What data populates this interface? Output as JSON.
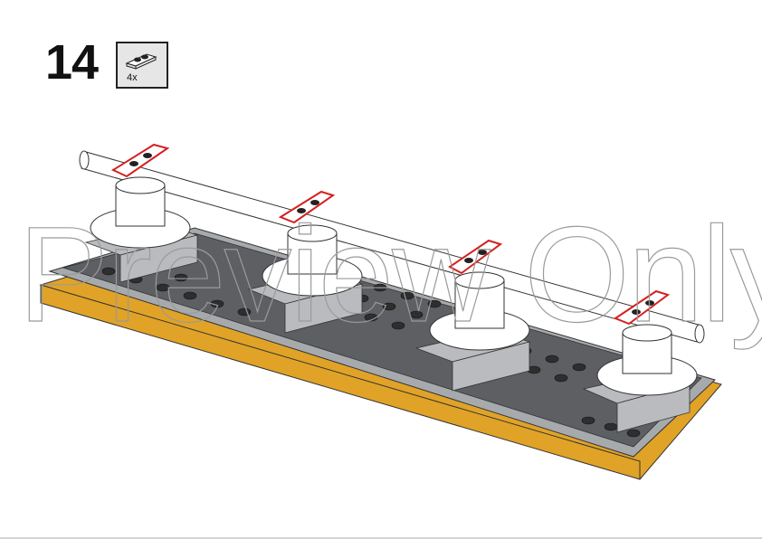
{
  "step": {
    "number": "14"
  },
  "parts_callout": {
    "quantity": "4x",
    "part": "plate-1x2-white"
  },
  "watermark": {
    "text": "Preview Only"
  },
  "colors": {
    "base_tan": "#e0a327",
    "base_gray": "#a7aaad",
    "dark_gray": "#5a5c60",
    "stud_black": "#333333",
    "highlight_red": "#d42020",
    "white": "#ffffff"
  }
}
